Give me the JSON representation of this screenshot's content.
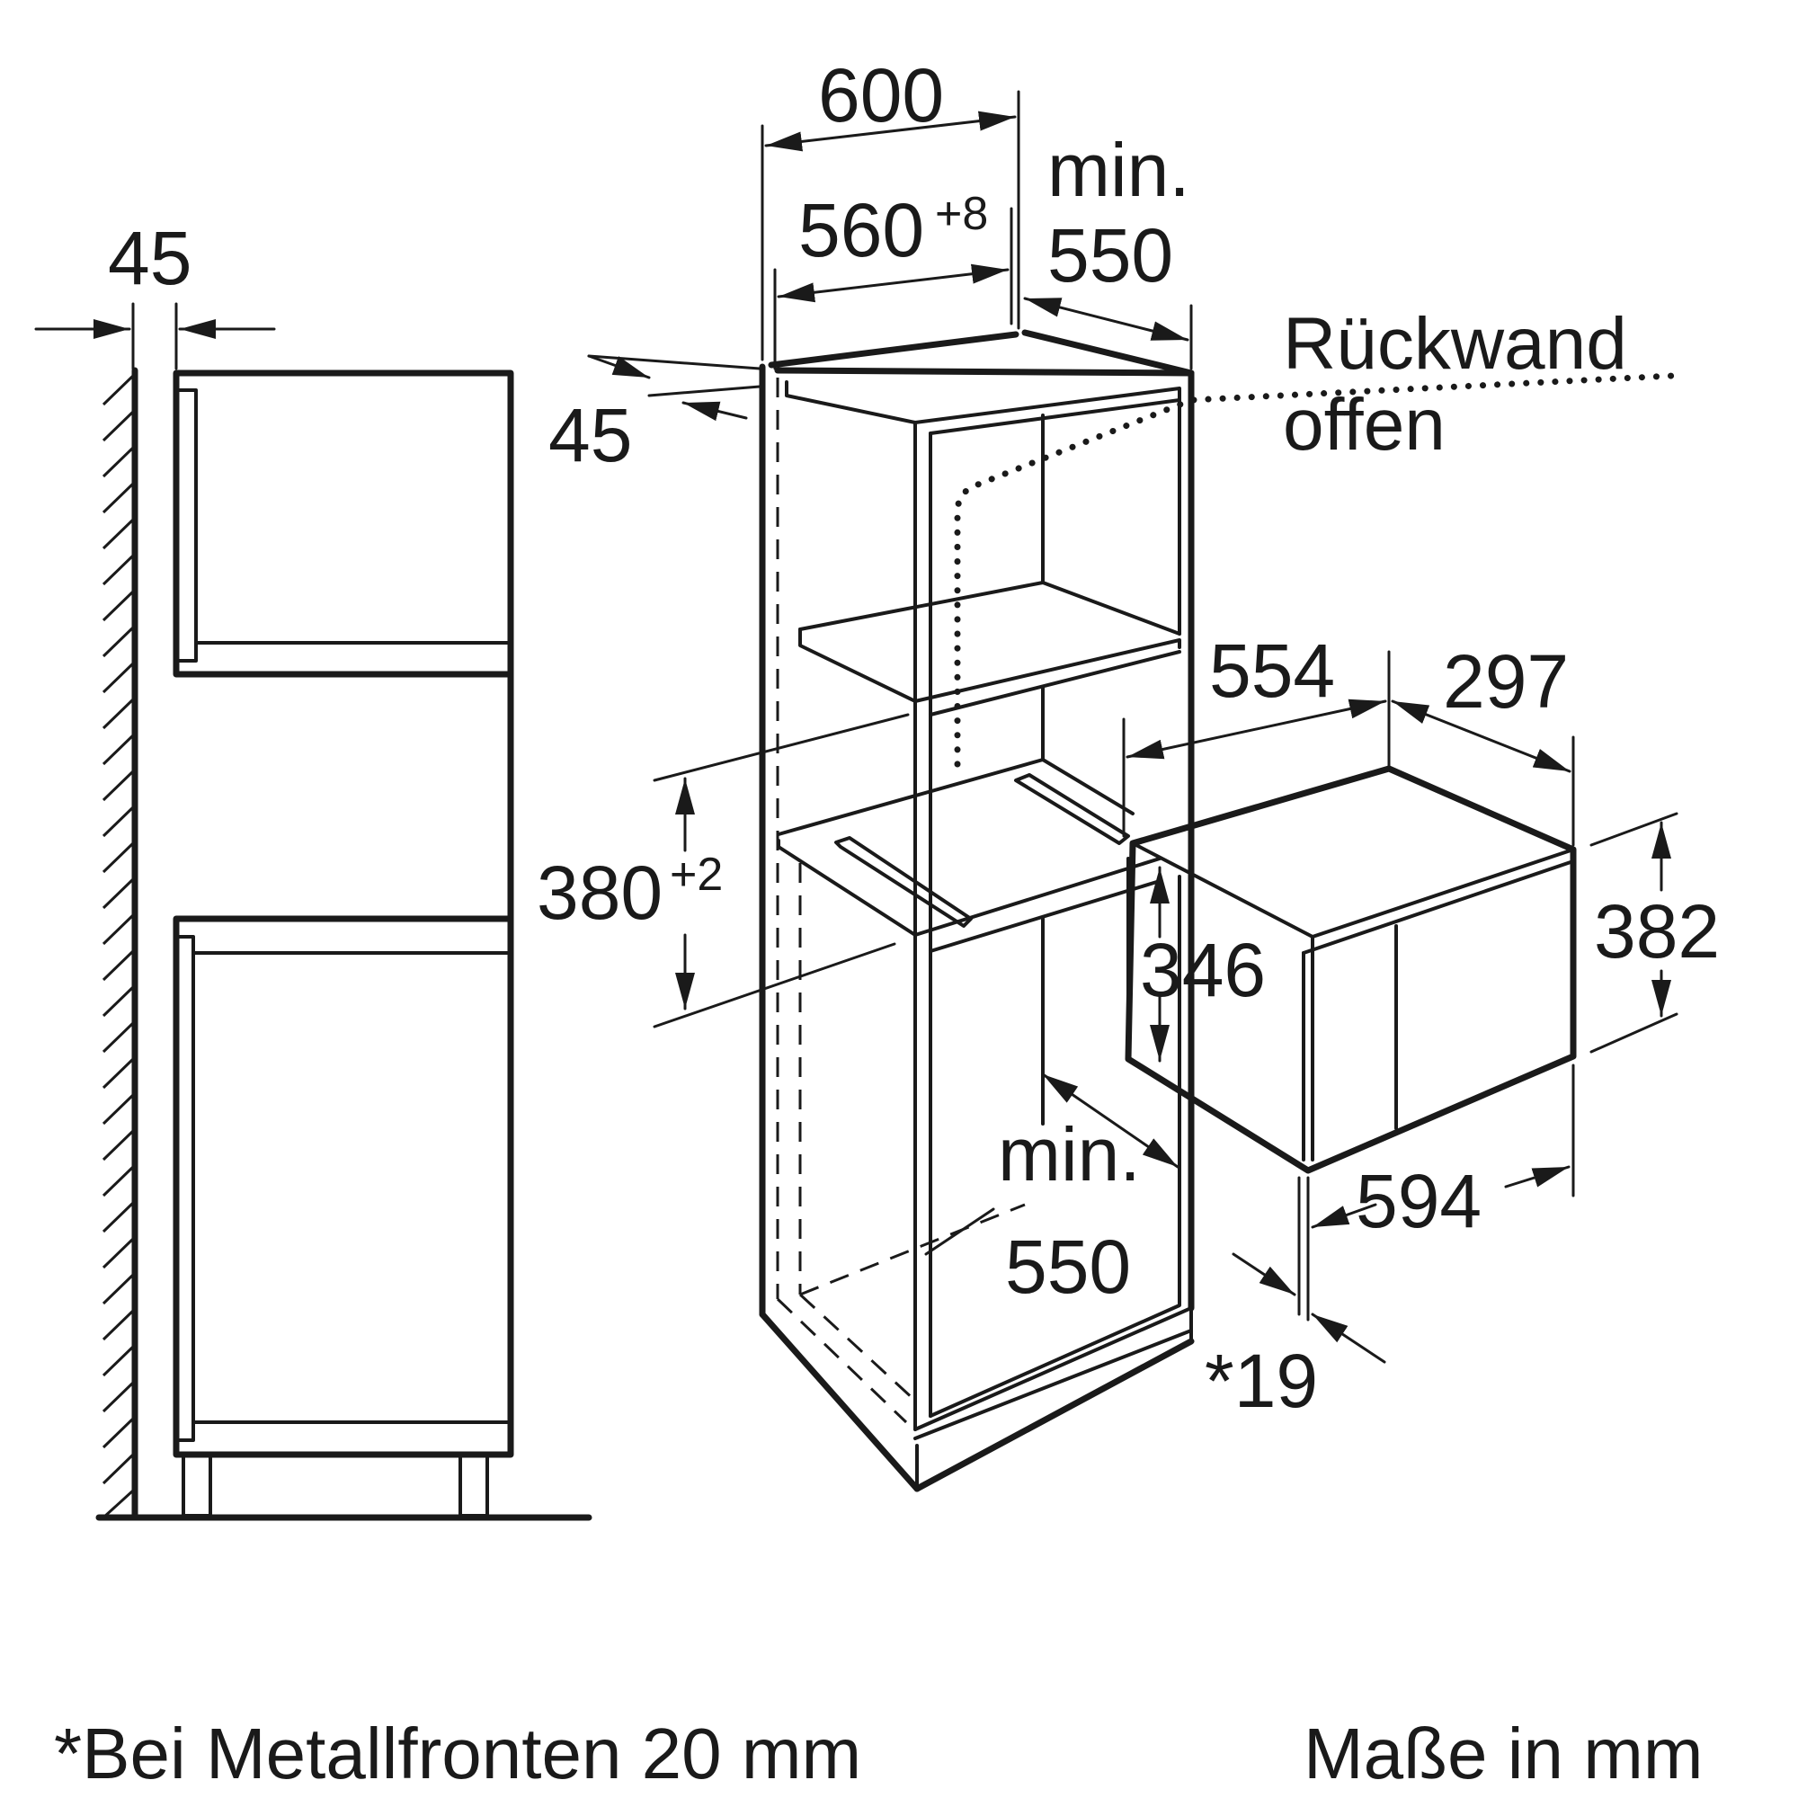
{
  "dimensions": {
    "side_gap": "45",
    "front_gap": "45",
    "niche_width_outer": "600",
    "niche_width_inner": "560",
    "niche_width_inner_tol": "+8",
    "niche_depth_top_prefix": "min.",
    "niche_depth_top": "550",
    "niche_height": "380",
    "niche_height_tol": "+2",
    "appliance_depth_body": "554",
    "appliance_depth_front": "297",
    "appliance_height_body": "346",
    "appliance_height_total": "382",
    "appliance_width": "594",
    "bottom_depth_prefix": "min.",
    "bottom_depth": "550",
    "front_thickness": "*19"
  },
  "labels": {
    "rear_wall_line1": "Rückwand",
    "rear_wall_line2": "offen"
  },
  "footer": {
    "note": "*Bei Metallfronten 20 mm",
    "units": "Maße in mm"
  }
}
